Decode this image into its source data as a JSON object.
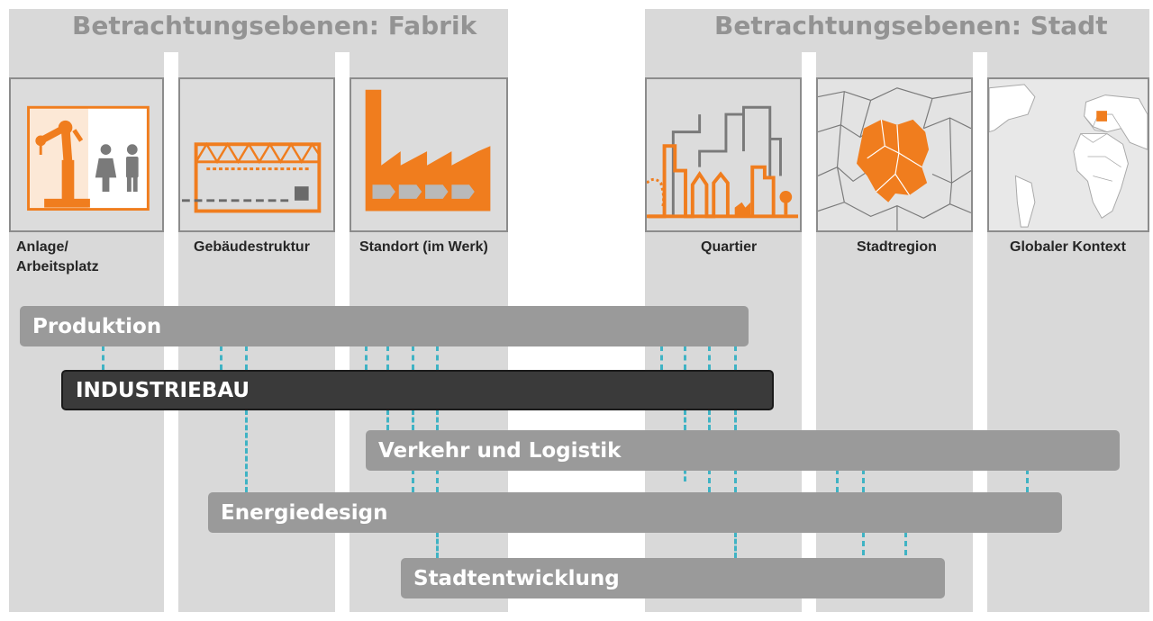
{
  "groups": {
    "fabrik_title": "Betrachtungsebenen: Fabrik",
    "stadt_title": "Betrachtungsebenen: Stadt"
  },
  "levels": [
    {
      "id": "anlage",
      "label_line1": "Anlage/",
      "label_line2": "Arbeitsplatz",
      "icon": "robot-workplace-icon"
    },
    {
      "id": "gebaeude",
      "label": "Gebäudestruktur",
      "icon": "building-structure-icon"
    },
    {
      "id": "standort",
      "label": "Standort (im Werk)",
      "icon": "factory-icon"
    },
    {
      "id": "quartier",
      "label": "Quartier",
      "icon": "city-quarter-icon"
    },
    {
      "id": "stadtregion",
      "label": "Stadtregion",
      "icon": "region-map-icon"
    },
    {
      "id": "global",
      "label": "Globaler Kontext",
      "icon": "world-map-icon"
    }
  ],
  "bars": [
    {
      "id": "produktion",
      "label": "Produktion"
    },
    {
      "id": "industriebau",
      "label": "INDUSTRIEBAU"
    },
    {
      "id": "verkehr",
      "label": "Verkehr und Logistik"
    },
    {
      "id": "energie",
      "label": "Energiedesign"
    },
    {
      "id": "stadt",
      "label": "Stadtentwicklung"
    }
  ],
  "colors": {
    "accent": "#f07d1e",
    "column_bg": "#d9d9d9",
    "bar_gray": "#9a9a9a",
    "bar_dark": "#3a3a3a",
    "dash": "#3fb3c4",
    "title_gray": "#939393"
  }
}
